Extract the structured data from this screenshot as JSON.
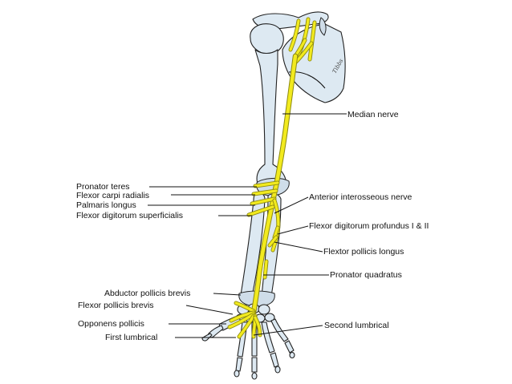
{
  "colors": {
    "nerve": "#f2ea1e",
    "nerve_outline": "#8c8a10",
    "bone_fill": "#dde9f2",
    "outline": "#222222",
    "background": "#ffffff"
  },
  "labels": {
    "median_nerve": "Median nerve",
    "pronator_teres": "Pronator teres",
    "flexor_carpi_radialis": "Flexor carpi radialis",
    "palmaris_longus": "Palmaris longus",
    "flexor_digitorum_superficialis": "Flexor digitorum superficialis",
    "anterior_interosseous_nerve": "Anterior interosseous nerve",
    "flexor_digitorum_profundus": "Flexor digitorum profundus I & II",
    "flextor_pollicis_longus": "Flextor pollicis longus",
    "pronator_quadratus": "Pronator quadratus",
    "abductor_pollicis_brevis": "Abductor pollicis brevis",
    "flexor_pollicis_brevis": "Flexor pollicis brevis",
    "opponens_pollicis": "Opponens pollicis",
    "first_lumbrical": "First lumbrical",
    "second_lumbrical": "Second lumbrical"
  },
  "signature": "Tibbs"
}
